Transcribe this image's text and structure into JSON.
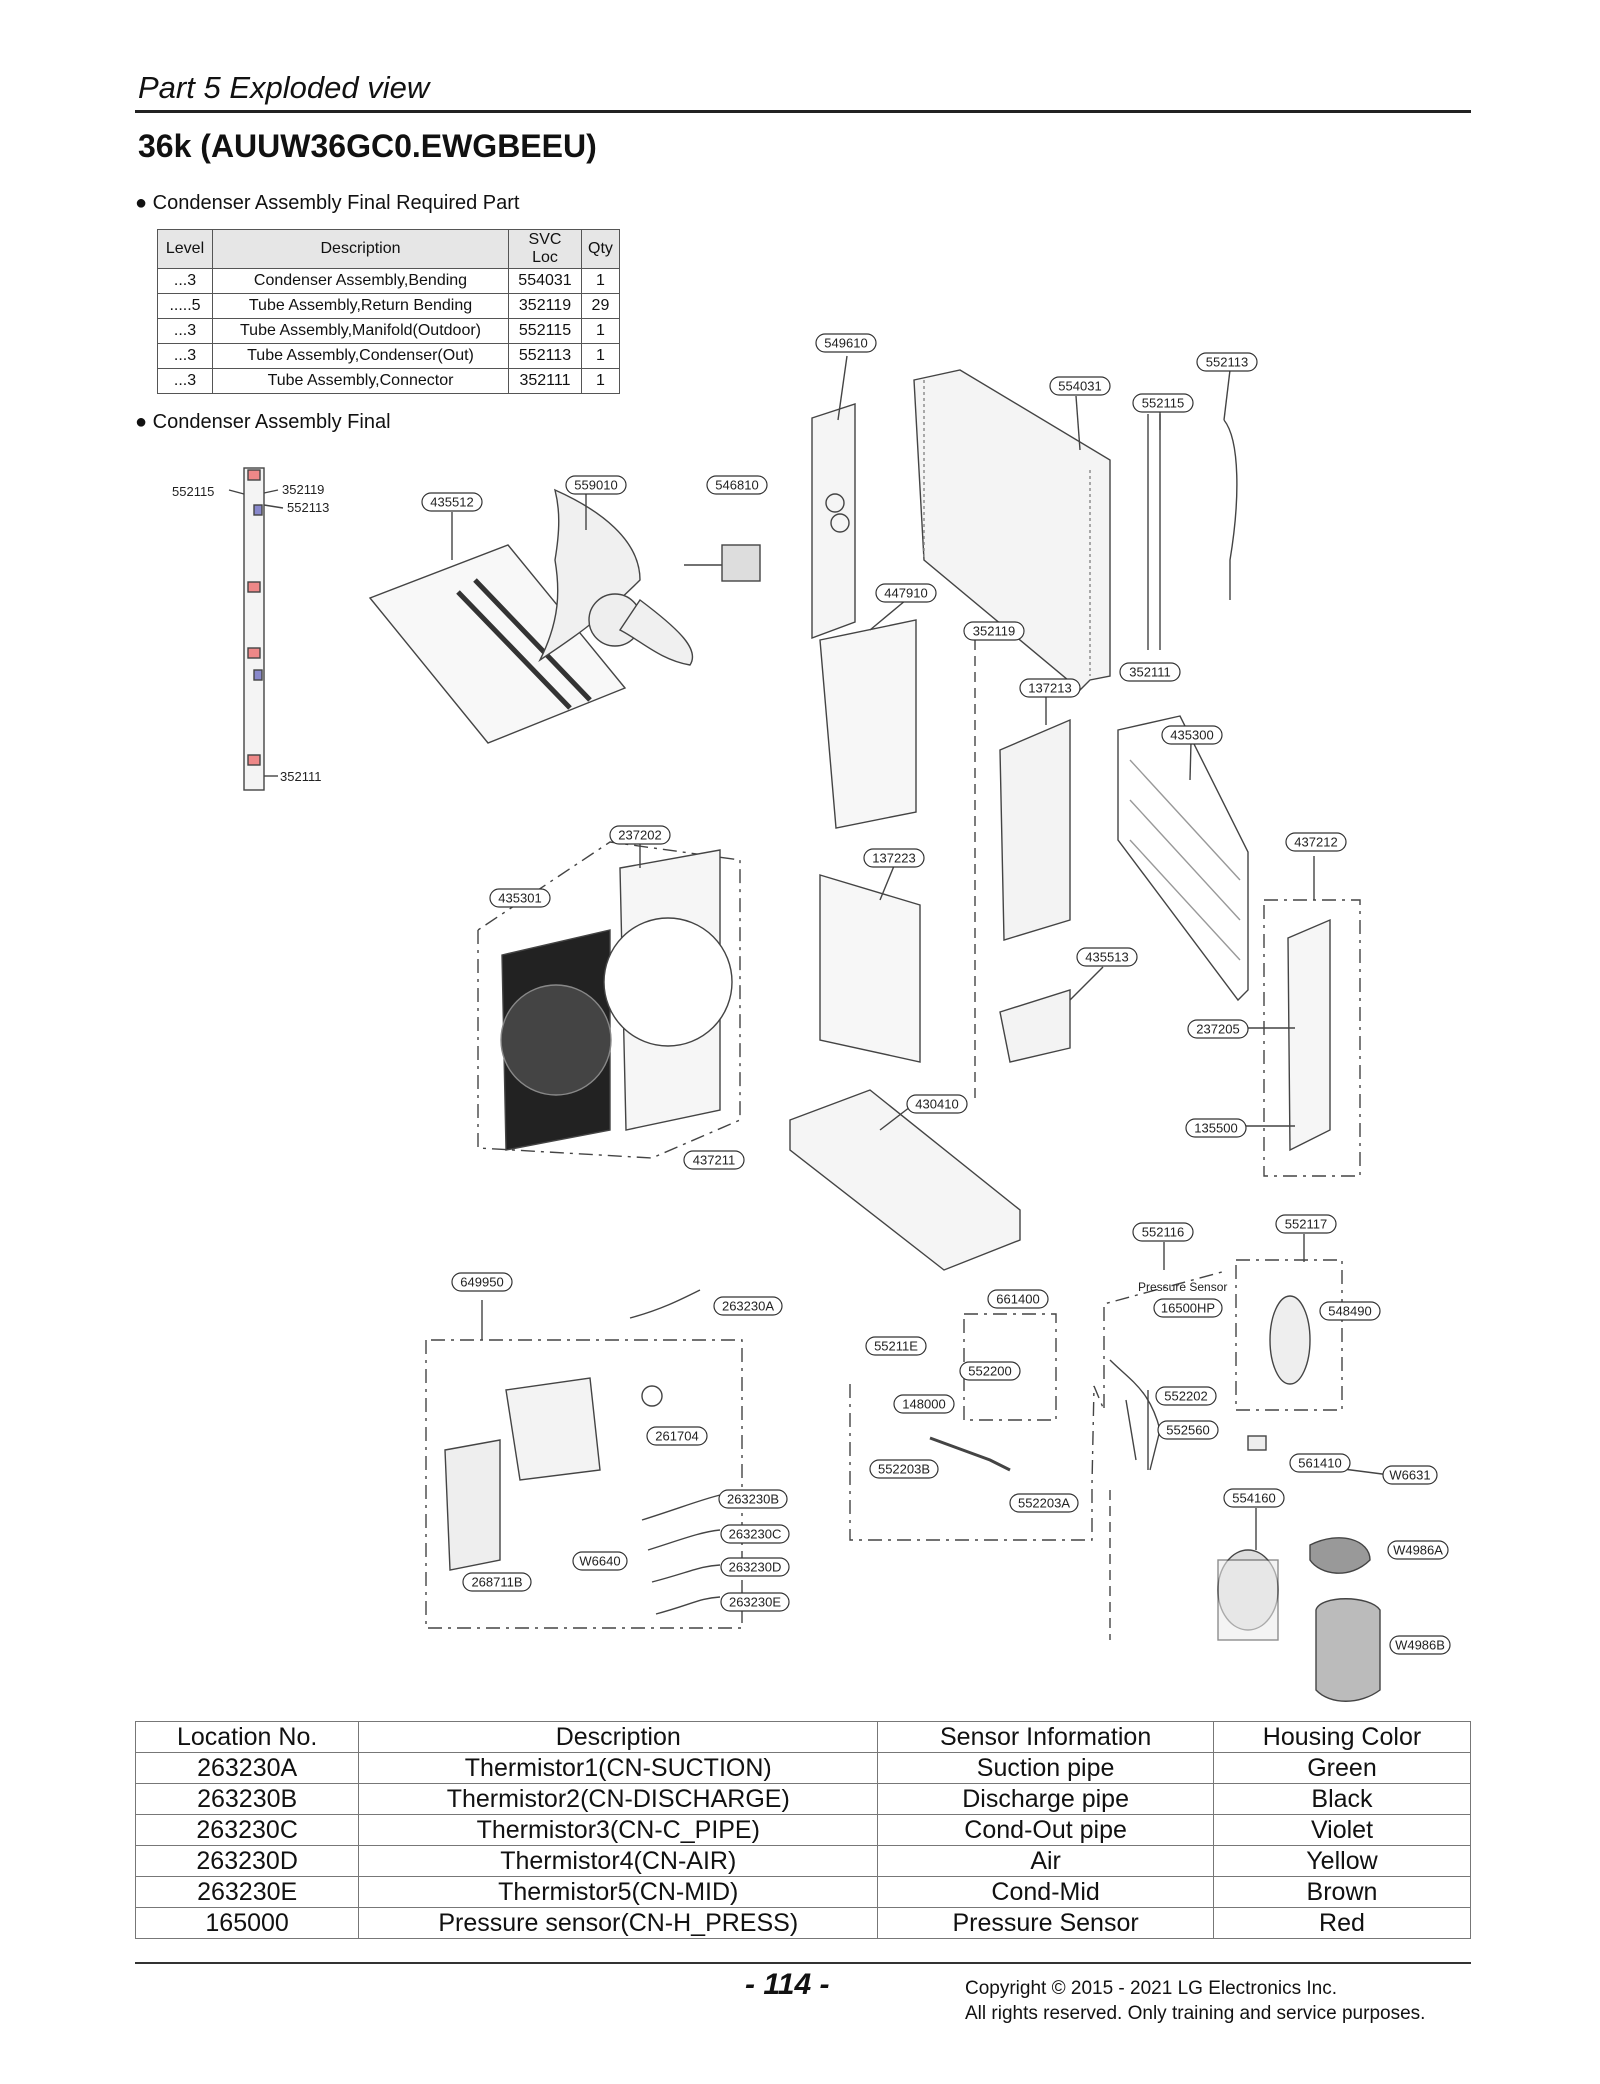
{
  "header": {
    "section_title": "Part 5  Exploded view",
    "model_title": "36k (AUUW36GC0.EWGBEEU)"
  },
  "required_parts": {
    "label": "● Condenser Assembly Final Required Part",
    "columns": [
      "Level",
      "Description",
      "SVC Loc",
      "Qty"
    ],
    "rows": [
      [
        "...3",
        "Condenser Assembly,Bending",
        "554031",
        "1"
      ],
      [
        ".....5",
        "Tube Assembly,Return Bending",
        "352119",
        "29"
      ],
      [
        "...3",
        "Tube Assembly,Manifold(Outdoor)",
        "552115",
        "1"
      ],
      [
        "...3",
        "Tube Assembly,Condenser(Out)",
        "552113",
        "1"
      ],
      [
        "...3",
        "Tube Assembly,Connector",
        "352111",
        "1"
      ]
    ]
  },
  "assembly_label": "● Condenser Assembly Final",
  "strip_labels": {
    "a": "552115",
    "b": "352119",
    "c": "552113",
    "d": "352111"
  },
  "callouts": [
    "549610",
    "554031",
    "552113",
    "552115",
    "435512",
    "559010",
    "546810",
    "447910",
    "352119",
    "352111",
    "137213",
    "435300",
    "237202",
    "137223",
    "437212",
    "435301",
    "435513",
    "237205",
    "430410",
    "135500",
    "437211",
    "552116",
    "552117",
    "649950",
    "263230A",
    "661400",
    "16500HP",
    "548490",
    "55211E",
    "552200",
    "552202",
    "148000",
    "552560",
    "261704",
    "561410",
    "W6631",
    "552203B",
    "554160",
    "552203A",
    "263230B",
    "263230C",
    "W4986A",
    "W6640",
    "263230D",
    "268711B",
    "263230E",
    "W4986B"
  ],
  "pressure_sensor_label": "Pressure Sensor",
  "sensor_table": {
    "columns": [
      "Location No.",
      "Description",
      "Sensor Information",
      "Housing Color"
    ],
    "rows": [
      [
        "263230A",
        "Thermistor1(CN-SUCTION)",
        "Suction pipe",
        "Green"
      ],
      [
        "263230B",
        "Thermistor2(CN-DISCHARGE)",
        "Discharge pipe",
        "Black"
      ],
      [
        "263230C",
        "Thermistor3(CN-C_PIPE)",
        "Cond-Out pipe",
        "Violet"
      ],
      [
        "263230D",
        "Thermistor4(CN-AIR)",
        "Air",
        "Yellow"
      ],
      [
        "263230E",
        "Thermistor5(CN-MID)",
        "Cond-Mid",
        "Brown"
      ],
      [
        "165000",
        "Pressure sensor(CN-H_PRESS)",
        "Pressure Sensor",
        "Red"
      ]
    ]
  },
  "footer": {
    "page_number": "- 114 -",
    "copyright_line1": "Copyright © 2015 - 2021 LG Electronics Inc.",
    "copyright_line2": "All rights reserved. Only training and service purposes."
  }
}
